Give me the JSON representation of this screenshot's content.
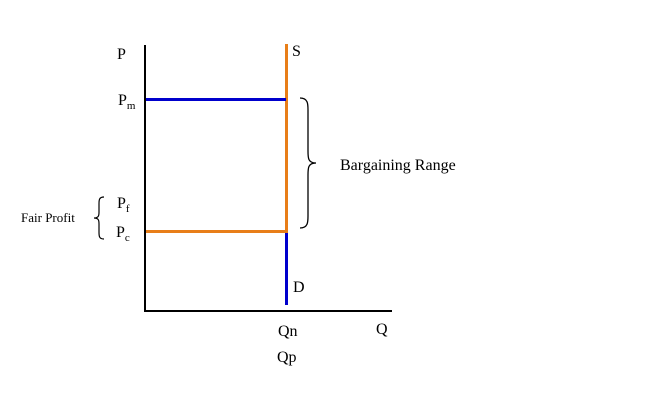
{
  "colors": {
    "axis": "#000000",
    "supply": "#E87E18",
    "demand": "#0000CC",
    "text": "#000000"
  },
  "axes": {
    "price_axis_label": "P",
    "quantity_axis_label": "Q"
  },
  "curves": {
    "supply_label": "S",
    "demand_label": "D"
  },
  "price_labels": {
    "pm": {
      "base": "P",
      "sub": "m"
    },
    "pf": {
      "base": "P",
      "sub": "f"
    },
    "pc": {
      "base": "P",
      "sub": "c"
    }
  },
  "quantity_labels": {
    "qn": "Qn",
    "qp": "Qp"
  },
  "annotations": {
    "bargaining_range": "Bargaining Range",
    "fair_profit": "Fair Profit"
  }
}
